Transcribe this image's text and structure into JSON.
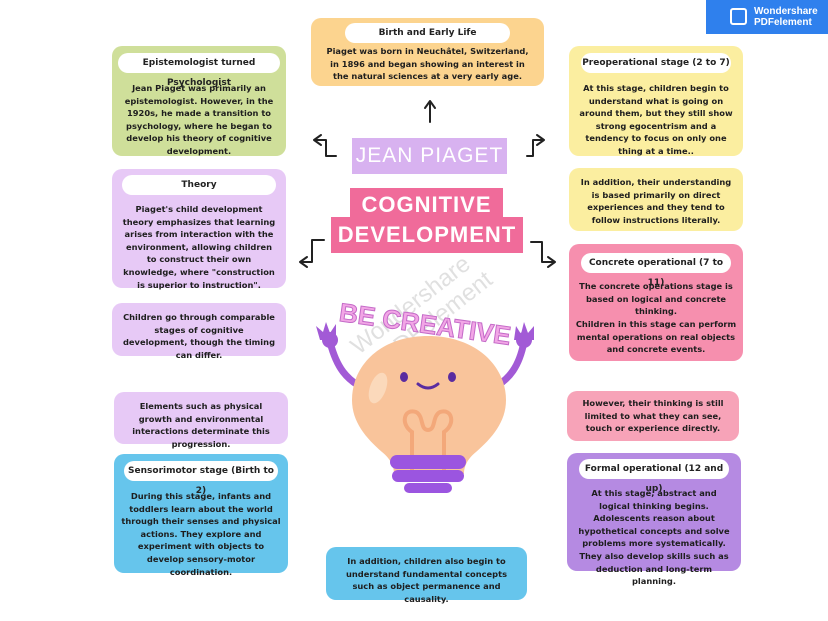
{
  "banner": {
    "brand": "Wondershare",
    "product": "PDFelement"
  },
  "center": {
    "title": "JEAN PIAGET",
    "subtitle_line1": "COGNITIVE",
    "subtitle_line2": "DEVELOPMENT",
    "slogan": "BE CREATIVE"
  },
  "colors": {
    "orange": "#fcd48f",
    "green": "#cfdf9a",
    "yellow": "#fbeea0",
    "lavender": "#e7c9f6",
    "pink": "#f68fae",
    "rose": "#f7a3b8",
    "purple": "#b58ae2",
    "blue": "#66c5ec",
    "title_pink": "#f06b9a",
    "title_lilac": "#d8b2f0"
  },
  "birth": {
    "title": "Birth and Early Life",
    "text": "Piaget was born in Neuchâtel, Switzerland, in 1896 and began showing an interest in the natural sciences at a very early age."
  },
  "epistemologist": {
    "title": "Epistemologist turned Psychologist",
    "text": "Jean Piaget was primarily an epistemologist. However, in the 1920s, he made a transition to psychology, where he began to develop his theory of cognitive development."
  },
  "theory": {
    "title": "Theory",
    "text": "Piaget's child development theory emphasizes that learning arises from interaction with the environment, allowing children to construct their own knowledge, where \"construction is superior to instruction\"."
  },
  "stages_note": {
    "text": "Children go through comparable stages of  cognitive development, though the timing can differ."
  },
  "elements_note": {
    "text": "Elements such as physical growth and environmental interactions determinate this progression."
  },
  "sensorimotor": {
    "title": "Sensorimotor stage (Birth to 2)",
    "text": "During this stage, infants and toddlers learn about the world through their senses and physical actions. They explore and experiment with objects to develop sensory-motor coordination."
  },
  "permanence": {
    "text": "In addition, children also begin to understand fundamental concepts such as object permanence and causality."
  },
  "preoperational": {
    "title": "Preoperational stage (2 to 7)",
    "text": "At this stage, children begin to understand what is going on around them, but they still show strong egocentrism and a tendency to focus on only one thing at a time.."
  },
  "preop_note": {
    "text": "In addition, their understanding is based primarily on direct experiences and they tend to follow instructions literally."
  },
  "concrete": {
    "title": "Concrete operational (7 to 11)",
    "text1": "The concrete operations stage is based on logical and concrete thinking.",
    "text2": "Children in this stage can perform mental operations on real objects and concrete events."
  },
  "concrete_note": {
    "text": "However, their thinking is still limited to what they can see, touch or experience directly."
  },
  "formal": {
    "title": "Formal operational (12 and up)",
    "text": "At this stage, abstract and logical thinking begins. Adolescents reason about hypothetical concepts and solve problems more systematically. They also develop skills such as deduction and long-term planning."
  },
  "watermark": {
    "line1": "Wondershare",
    "line2": "PDFelement"
  }
}
